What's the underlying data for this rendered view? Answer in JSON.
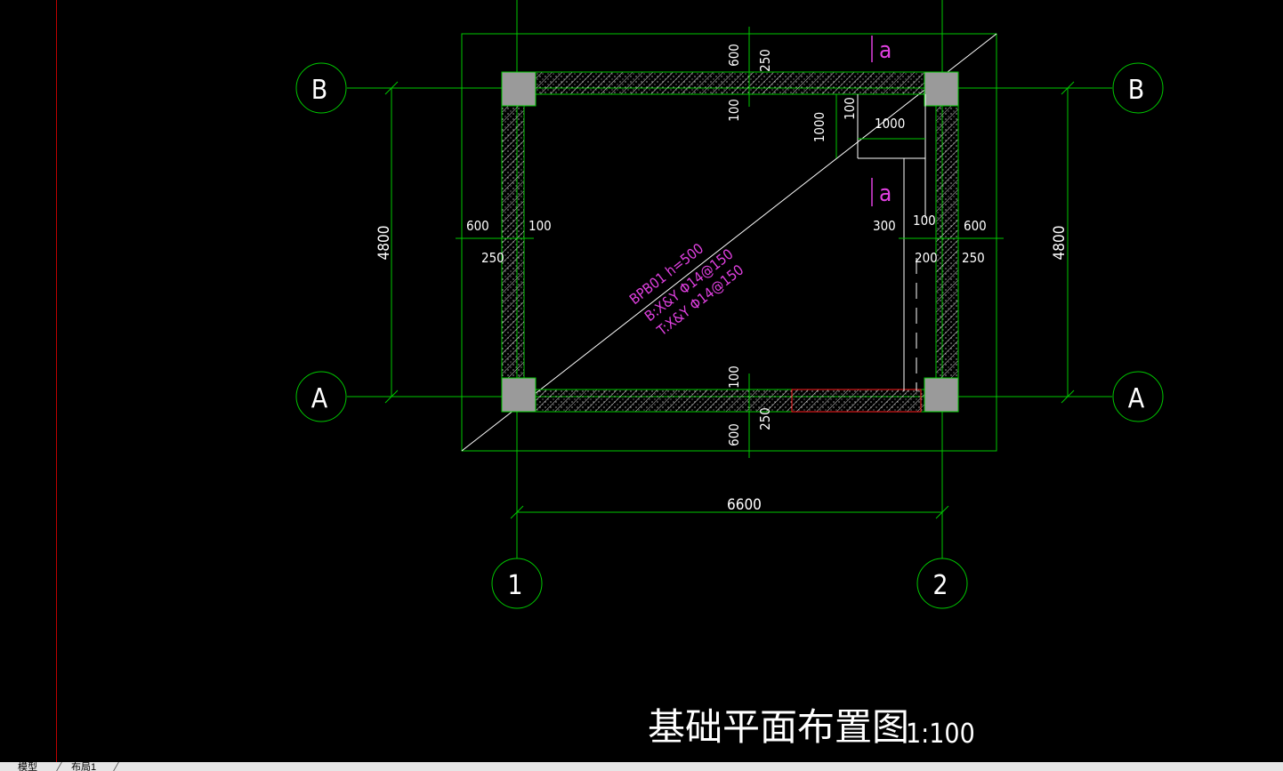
{
  "drawing": {
    "title": "基础平面布置图",
    "scale": "1:100",
    "axes": {
      "rows": [
        "B",
        "A"
      ],
      "cols": [
        "1",
        "2"
      ]
    },
    "dimensions": {
      "overall_width": "6600",
      "height_left": "4800",
      "height_right": "4800",
      "top_600": "600",
      "top_250": "250",
      "top_100": "100",
      "left_600": "600",
      "left_100": "100",
      "left_250": "250",
      "right_600": "600",
      "right_250": "250",
      "right_100": "100",
      "right_200": "200",
      "right_300": "300",
      "bottom_100": "100",
      "bottom_250": "250",
      "bottom_600": "600",
      "opening_1000_v": "1000",
      "opening_1000_h": "1000",
      "opening_100": "100"
    },
    "section_marks": [
      "a",
      "a"
    ],
    "slab_label": {
      "line1": "BPB01 h=500",
      "line2": "B:X&Y Φ14@150",
      "line3": "T:X&Y Φ14@150"
    },
    "colors": {
      "background": "#000000",
      "green": "#00c800",
      "magenta": "#e040e0",
      "white": "#ffffff",
      "red": "#ff2020",
      "column_gray": "#9a9a9a"
    }
  },
  "tabs": [
    {
      "label": "模型"
    },
    {
      "label": "布局1"
    }
  ]
}
